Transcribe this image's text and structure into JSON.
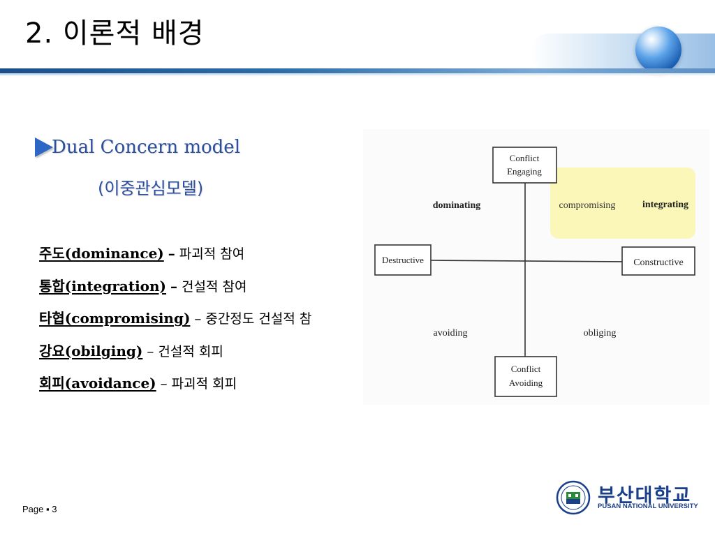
{
  "slide": {
    "title": "2. 이론적 배경",
    "page_label": "Page",
    "page_separator": "▪",
    "page_number": "3"
  },
  "content": {
    "heading": "Dual Concern model",
    "subheading": "(이중관심모델)",
    "items": [
      {
        "term": "주도(dominance)",
        "separator": "–",
        "description": "파괴적 참여"
      },
      {
        "term": "통합(integration)",
        "separator": "–",
        "description": "건설적 참여"
      },
      {
        "term": "타협(compromising)",
        "separator": "–",
        "description": "중간정도 건설적 참"
      },
      {
        "term": "강요(obilging)",
        "separator": "–",
        "description": "건설적 회피"
      },
      {
        "term": "회피(avoidance)",
        "separator": "–",
        "description": "파괴적 회피"
      }
    ]
  },
  "diagram": {
    "top_box": [
      "Conflict",
      "Engaging"
    ],
    "bottom_box": [
      "Conflict",
      "Avoiding"
    ],
    "left_box": "Destructive",
    "right_box": "Constructive",
    "quadrants": {
      "top_left": "dominating",
      "top_right_a": "compromising",
      "top_right_b": "integrating",
      "bottom_left": "avoiding",
      "bottom_right": "obliging"
    },
    "highlight_color": "#fbf7b8"
  },
  "logo": {
    "korean": "부산대학교",
    "english": "PUSAN NATIONAL UNIVERSITY"
  },
  "colors": {
    "accent": "#2b4f9e",
    "bullet": "#2d66c4",
    "band": "#1b4f8c"
  }
}
